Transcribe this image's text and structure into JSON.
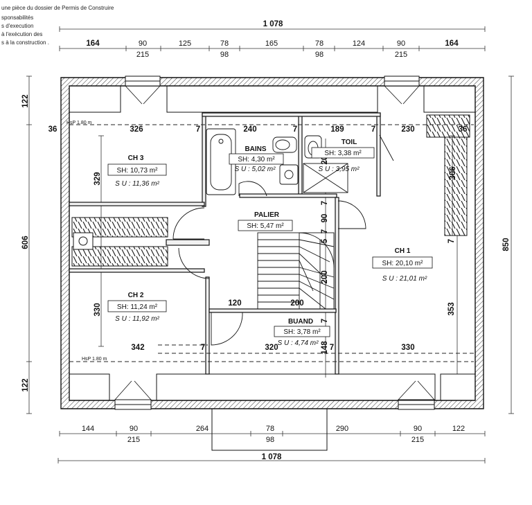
{
  "header_notes": [
    "une pièce du dossier de Permis de Construire",
    "sponsabilités",
    "s d'execution",
    "à l'exécution des",
    "s à la construction ."
  ],
  "overall": {
    "top_total": "1 078",
    "bottom_total": "1 078",
    "left_top": "122",
    "left_mid": "606",
    "left_bot": "122",
    "right_total": "850"
  },
  "top_dims": [
    "164",
    "90",
    "215",
    "125",
    "78",
    "98",
    "165",
    "78",
    "98",
    "124",
    "90",
    "215",
    "164"
  ],
  "bottom_dims": [
    "144",
    "90",
    "215",
    "264",
    "78",
    "98",
    "290",
    "90",
    "215",
    "122"
  ],
  "interior_dims": {
    "d36_left": "36",
    "d326": "326",
    "d7_a": "7",
    "d240": "240",
    "d7_b": "7",
    "d189": "189",
    "d7_c": "7",
    "d230": "230",
    "d36_right": "36",
    "d329": "329",
    "d306": "306",
    "d209": "209",
    "d7_palier1": "7",
    "d90": "90",
    "d7_palier2": "7",
    "d5": "5",
    "d7_ch1": "7",
    "d200_v": "200",
    "d120": "120",
    "d200_h": "200",
    "d330_left": "330",
    "d353": "353",
    "d7_buand": "7",
    "d342": "342",
    "d7_d": "7",
    "d320": "320",
    "d7_e": "7",
    "d330_bot": "330",
    "d148": "148"
  },
  "hsp_labels": [
    "HsP 1.80 m",
    "HsP 1.80 m"
  ],
  "rooms": {
    "ch3": {
      "name": "CH 3",
      "sh": "SH: 10,73 m²",
      "su": "S U : 11,36 m²"
    },
    "bains": {
      "name": "BAINS",
      "sh": "SH: 4,30 m²",
      "su": "S U : 5,02 m²"
    },
    "toil": {
      "name": "TOIL",
      "sh": "SH: 3,38 m²",
      "su": "S U : 3,95 m²"
    },
    "palier": {
      "name": "PALIER",
      "sh": "SH: 5,47 m²"
    },
    "ch1": {
      "name": "CH 1",
      "sh": "SH: 20,10 m²",
      "su": "S U : 21,01 m²"
    },
    "ch2": {
      "name": "CH 2",
      "sh": "SH: 11,24 m²",
      "su": "S U : 11,92 m²"
    },
    "buand": {
      "name": "BUAND",
      "sh": "SH: 3,78 m²",
      "su": "S U : 4,74 m²"
    }
  }
}
